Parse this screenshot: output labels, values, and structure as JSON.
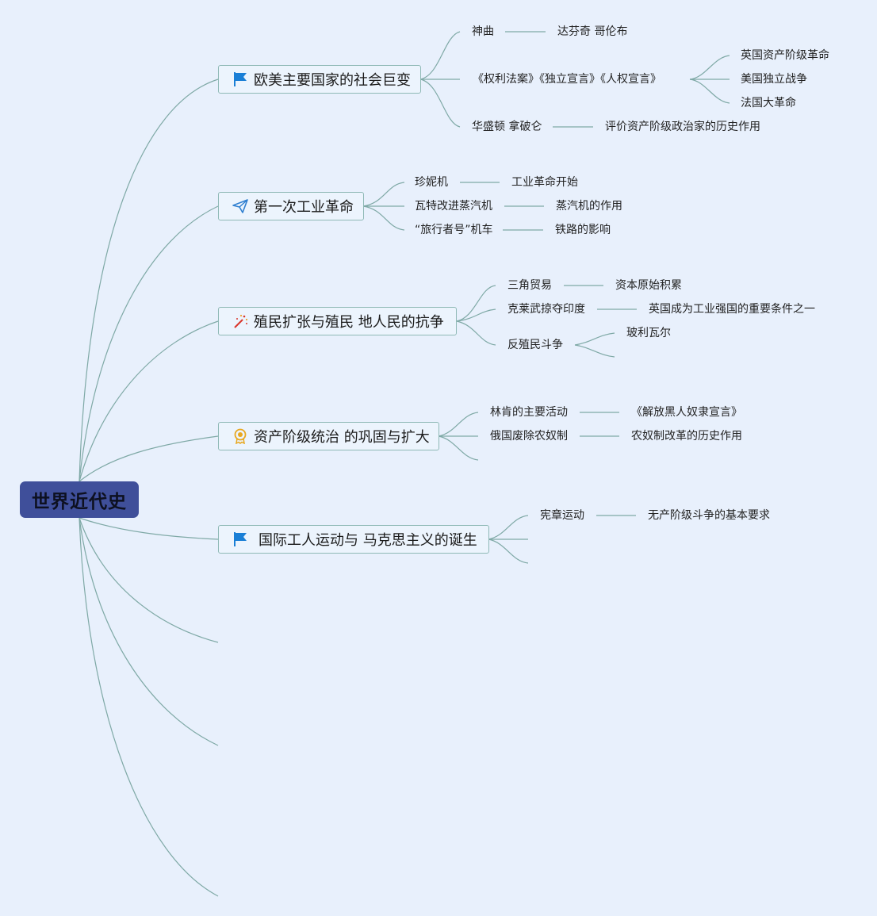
{
  "root": {
    "label": "世界近代史"
  },
  "branches": [
    {
      "label": "欧美主要国家的社会巨变",
      "icon": "blue-flag-icon",
      "items": [
        {
          "label": "神曲",
          "next": "达芬奇 哥伦布"
        },
        {
          "label": "《权利法案》《独立宣言》《人权宣言》",
          "children": [
            "英国资产阶级革命",
            "美国独立战争",
            "法国大革命"
          ]
        },
        {
          "label": "华盛顿 拿破仑",
          "next": "评价资产阶级政治家的历史作用"
        }
      ]
    },
    {
      "label": "第一次工业革命",
      "icon": "paper-plane-icon",
      "items": [
        {
          "label": "珍妮机",
          "next": "工业革命开始"
        },
        {
          "label": "瓦特改进蒸汽机",
          "next": "蒸汽机的作用"
        },
        {
          "label": "“旅行者号”机车",
          "next": "铁路的影响"
        }
      ]
    },
    {
      "label": "殖民扩张与殖民 地人民的抗争",
      "icon": "firework-icon",
      "items": [
        {
          "label": "三角贸易",
          "next": "资本原始积累"
        },
        {
          "label": "克莱武掠夺印度",
          "next": "英国成为工业强国的重要条件之一"
        },
        {
          "label": "反殖民斗争",
          "children": [
            "玻利瓦尔"
          ]
        }
      ]
    },
    {
      "label": "资产阶级统治 的巩固与扩大",
      "icon": "award-ribbon-icon",
      "items": [
        {
          "label": "林肯的主要活动",
          "next": "《解放黑人奴隶宣言》"
        },
        {
          "label": "俄国废除农奴制",
          "next": "农奴制改革的历史作用"
        }
      ]
    },
    {
      "label": "国际工人运动与 马克思主义的诞生",
      "icon": "blue-flag-icon",
      "items": [
        {
          "label": "宪章运动",
          "next": "无产阶级斗争的基本要求"
        }
      ]
    }
  ],
  "colors": {
    "background": "#e8f0fc",
    "root_fill": "#3f4f9a",
    "connector": "#7fa9a6",
    "branch_border": "#8fb9b6",
    "flag": "#1a7fd6"
  }
}
